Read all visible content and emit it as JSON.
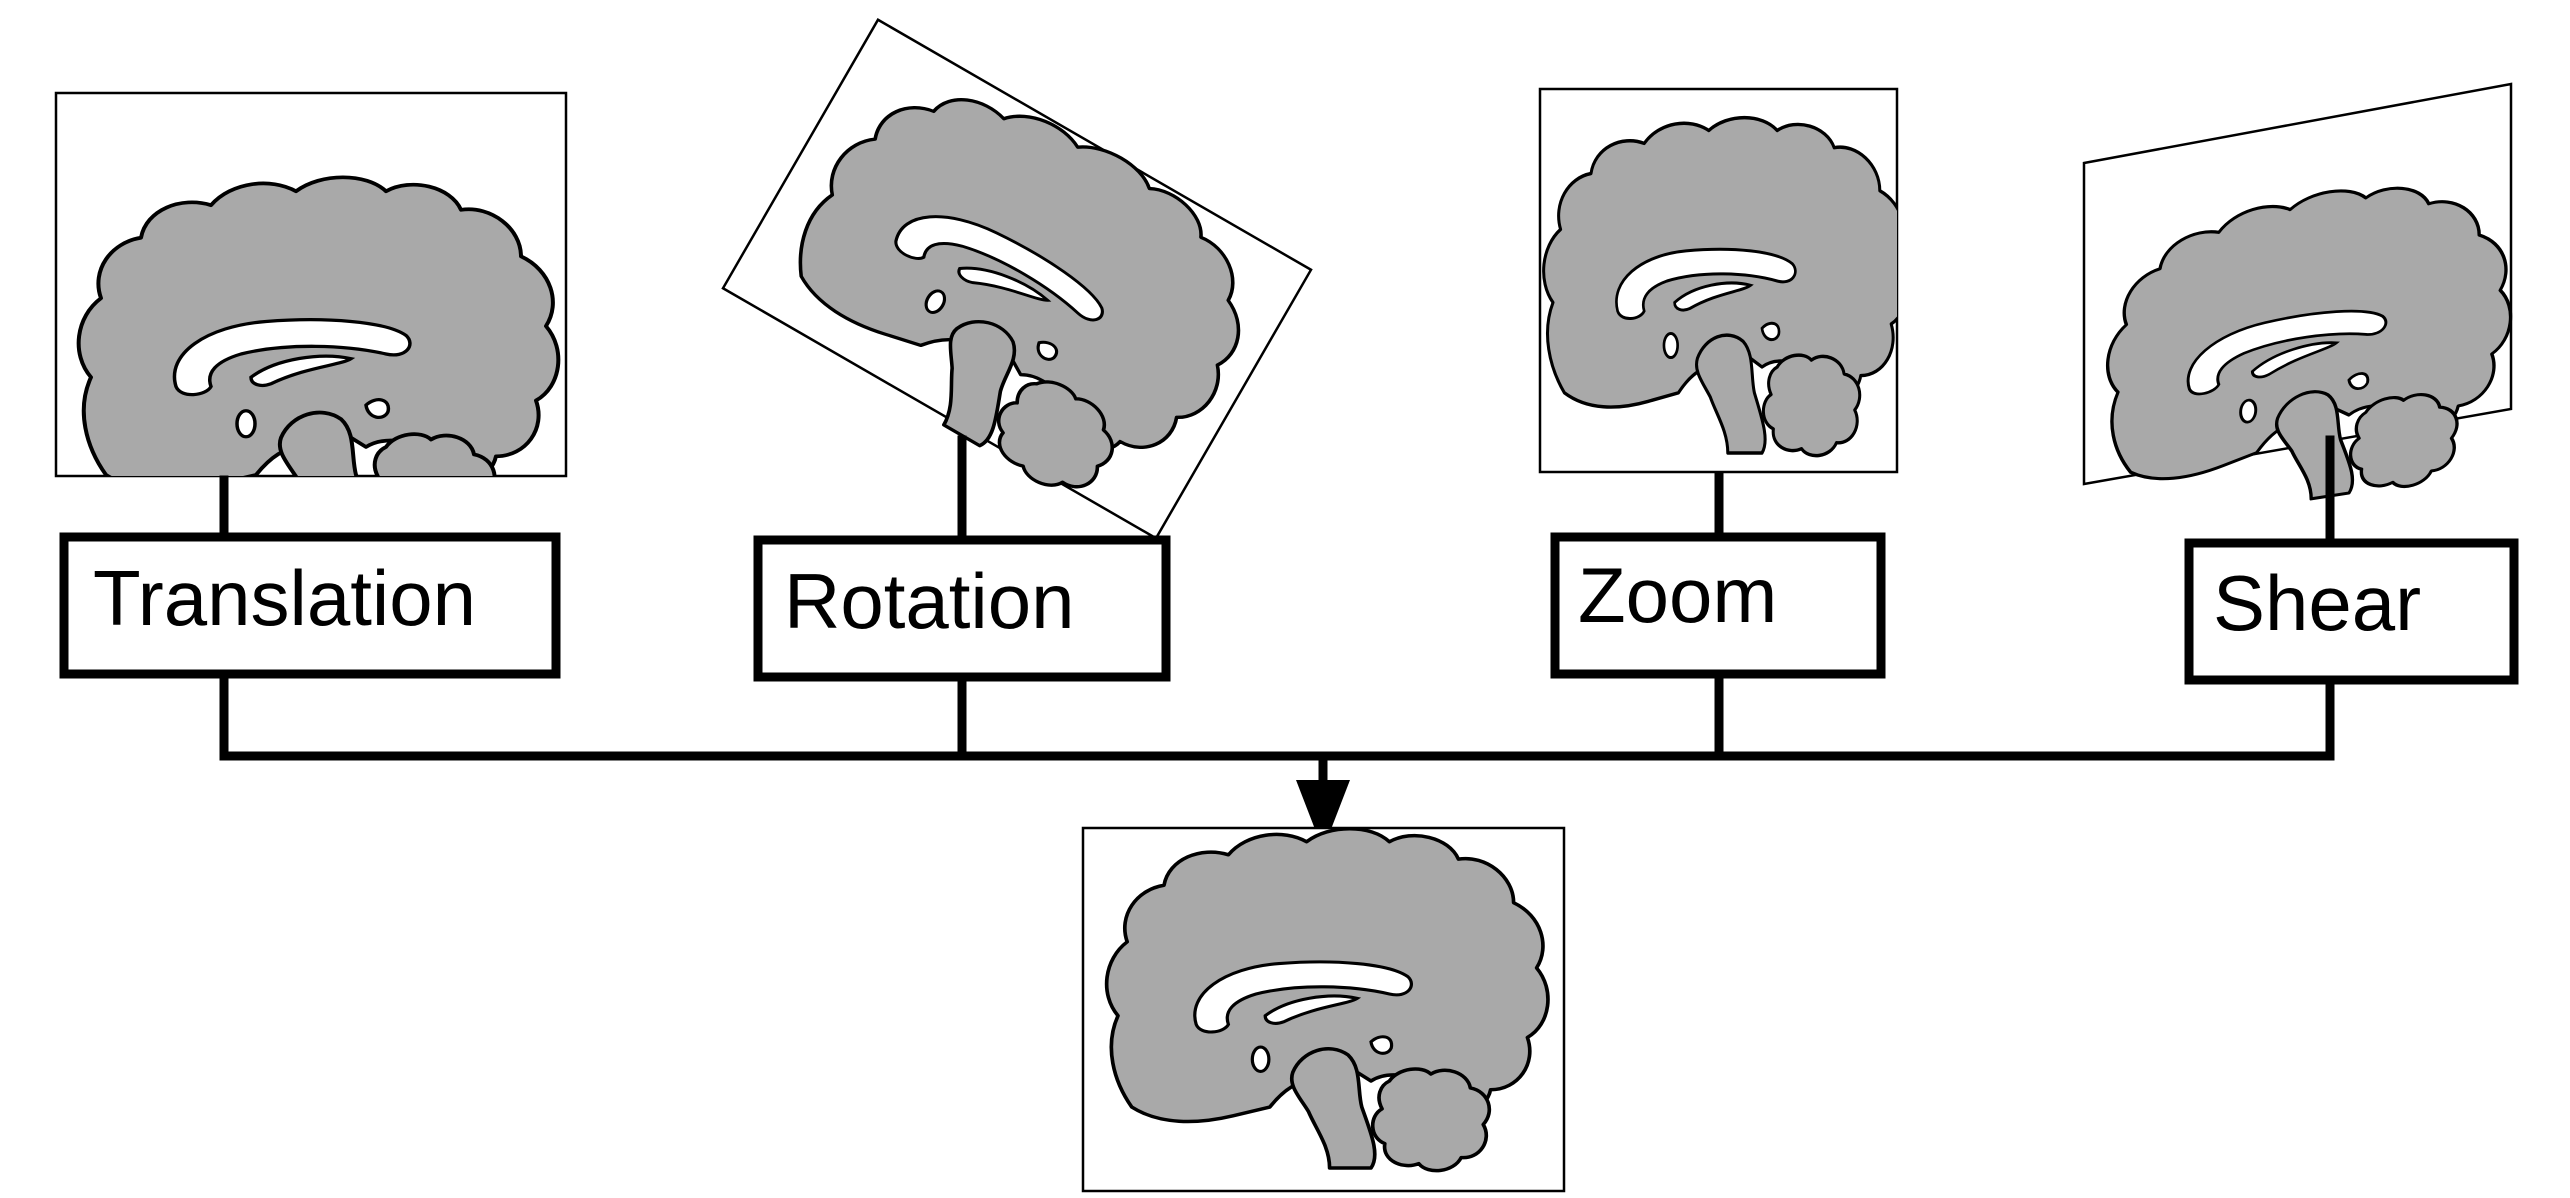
{
  "labels": {
    "translation": "Translation",
    "rotation": "Rotation",
    "zoom": "Zoom",
    "shear": "Shear"
  },
  "colors": {
    "brain_fill": "#a9a9a9",
    "outline": "#000000",
    "background": "#ffffff"
  }
}
